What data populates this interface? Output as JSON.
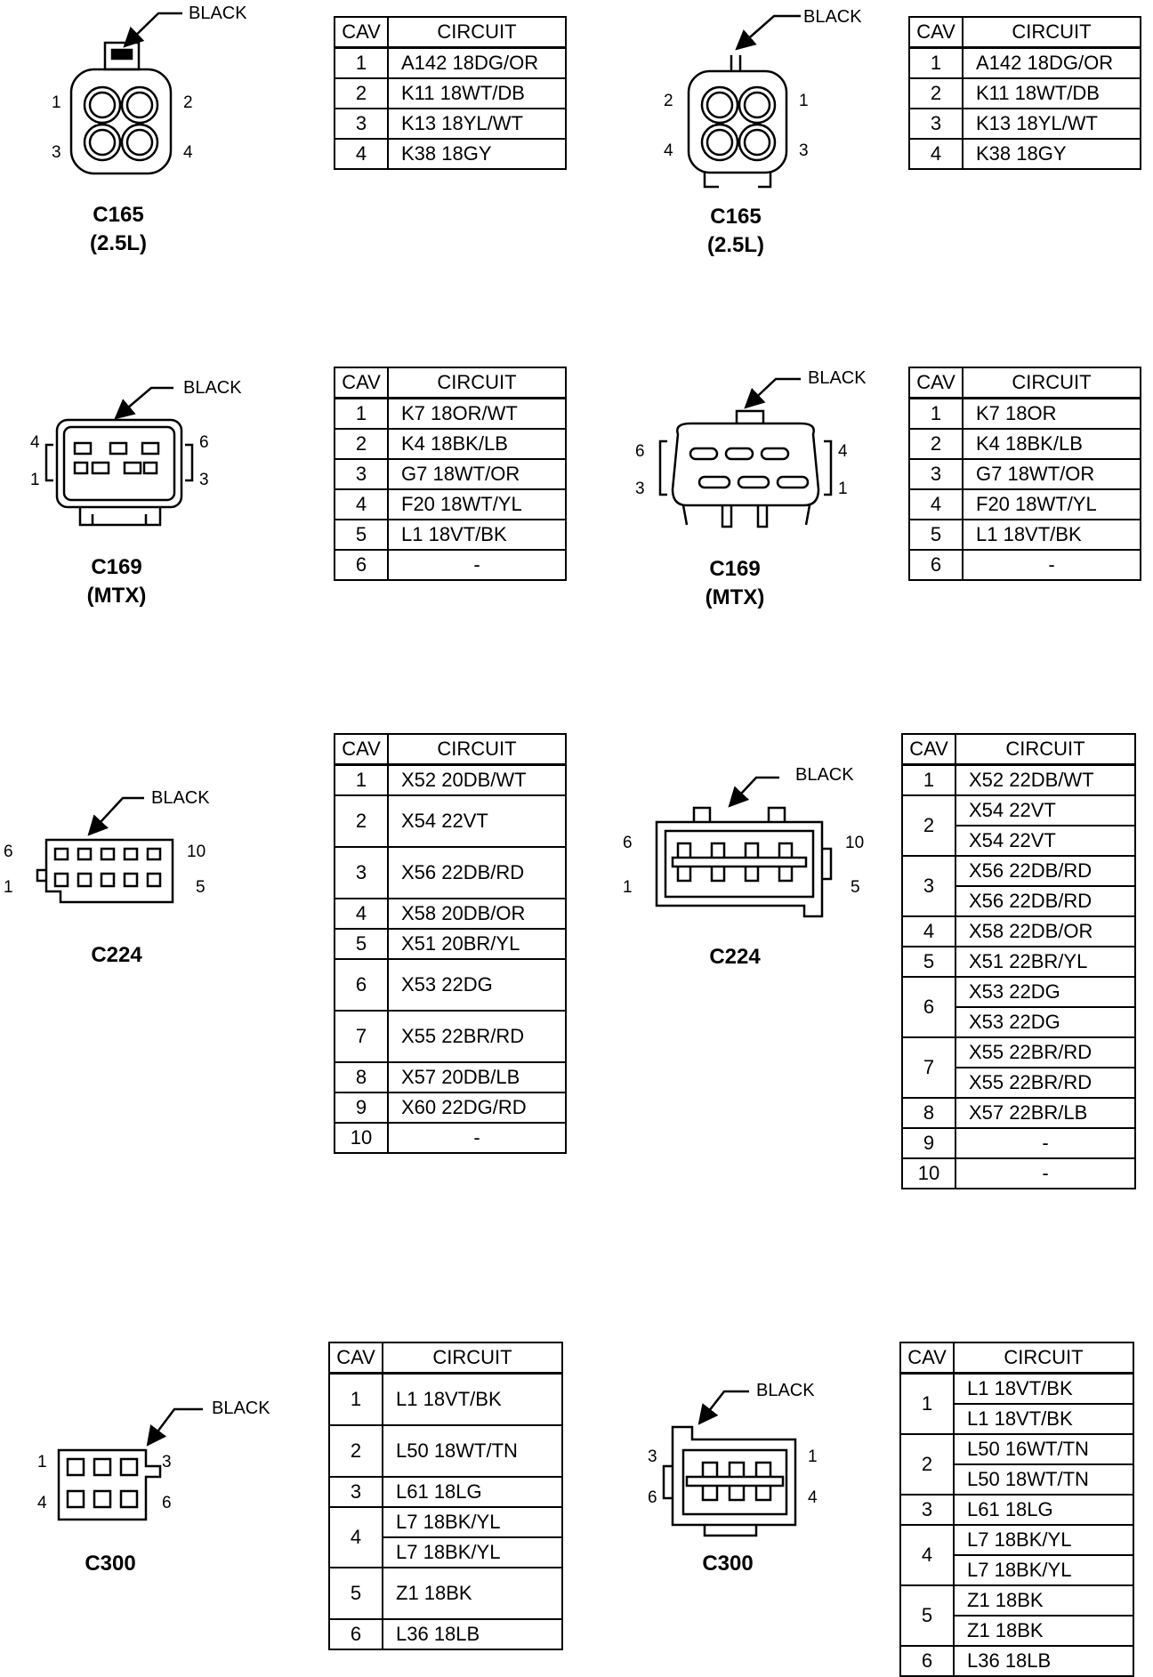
{
  "callout_text": "BLACK",
  "table_headers": {
    "cav": "CAV",
    "circuit": "CIRCUIT"
  },
  "connectors": [
    {
      "name": "C165",
      "qualifier": "(2.5L)",
      "pins": [
        "1",
        "2",
        "3",
        "4"
      ],
      "rows": [
        {
          "cav": "1",
          "circuits": [
            "A142 18DG/OR"
          ]
        },
        {
          "cav": "2",
          "circuits": [
            "K11 18WT/DB"
          ]
        },
        {
          "cav": "3",
          "circuits": [
            "K13 18YL/WT"
          ]
        },
        {
          "cav": "4",
          "circuits": [
            "K38 18GY"
          ]
        }
      ]
    },
    {
      "name": "C165",
      "qualifier": "(2.5L)",
      "pins": [
        "2",
        "1",
        "4",
        "3"
      ],
      "rows": [
        {
          "cav": "1",
          "circuits": [
            "A142 18DG/OR"
          ]
        },
        {
          "cav": "2",
          "circuits": [
            "K11 18WT/DB"
          ]
        },
        {
          "cav": "3",
          "circuits": [
            "K13 18YL/WT"
          ]
        },
        {
          "cav": "4",
          "circuits": [
            "K38 18GY"
          ]
        }
      ]
    },
    {
      "name": "C169",
      "qualifier": "(MTX)",
      "pins": [
        "4",
        "6",
        "1",
        "3"
      ],
      "rows": [
        {
          "cav": "1",
          "circuits": [
            "K7 18OR/WT"
          ]
        },
        {
          "cav": "2",
          "circuits": [
            "K4 18BK/LB"
          ]
        },
        {
          "cav": "3",
          "circuits": [
            "G7 18WT/OR"
          ]
        },
        {
          "cav": "4",
          "circuits": [
            "F20 18WT/YL"
          ]
        },
        {
          "cav": "5",
          "circuits": [
            "L1 18VT/BK"
          ]
        },
        {
          "cav": "6",
          "circuits": [
            "-"
          ]
        }
      ]
    },
    {
      "name": "C169",
      "qualifier": "(MTX)",
      "pins": [
        "6",
        "4",
        "3",
        "1"
      ],
      "rows": [
        {
          "cav": "1",
          "circuits": [
            "K7 18OR"
          ]
        },
        {
          "cav": "2",
          "circuits": [
            "K4 18BK/LB"
          ]
        },
        {
          "cav": "3",
          "circuits": [
            "G7 18WT/OR"
          ]
        },
        {
          "cav": "4",
          "circuits": [
            "F20 18WT/YL"
          ]
        },
        {
          "cav": "5",
          "circuits": [
            "L1 18VT/BK"
          ]
        },
        {
          "cav": "6",
          "circuits": [
            "-"
          ]
        }
      ]
    },
    {
      "name": "C224",
      "qualifier": "",
      "pins": [
        "6",
        "10",
        "1",
        "5"
      ],
      "rows": [
        {
          "cav": "1",
          "circuits": [
            "X52 20DB/WT"
          ]
        },
        {
          "cav": "2",
          "circuits": [
            "X54 22VT"
          ],
          "tall": true
        },
        {
          "cav": "3",
          "circuits": [
            "X56 22DB/RD"
          ],
          "tall": true
        },
        {
          "cav": "4",
          "circuits": [
            "X58 20DB/OR"
          ]
        },
        {
          "cav": "5",
          "circuits": [
            "X51 20BR/YL"
          ]
        },
        {
          "cav": "6",
          "circuits": [
            "X53 22DG"
          ],
          "tall": true
        },
        {
          "cav": "7",
          "circuits": [
            "X55 22BR/RD"
          ],
          "tall": true
        },
        {
          "cav": "8",
          "circuits": [
            "X57 20DB/LB"
          ]
        },
        {
          "cav": "9",
          "circuits": [
            "X60 22DG/RD"
          ]
        },
        {
          "cav": "10",
          "circuits": [
            "-"
          ]
        }
      ]
    },
    {
      "name": "C224",
      "qualifier": "",
      "pins": [
        "6",
        "10",
        "1",
        "5"
      ],
      "rows": [
        {
          "cav": "1",
          "circuits": [
            "X52 22DB/WT"
          ]
        },
        {
          "cav": "2",
          "circuits": [
            "X54 22VT",
            "X54 22VT"
          ]
        },
        {
          "cav": "3",
          "circuits": [
            "X56 22DB/RD",
            "X56 22DB/RD"
          ]
        },
        {
          "cav": "4",
          "circuits": [
            "X58 22DB/OR"
          ]
        },
        {
          "cav": "5",
          "circuits": [
            "X51 22BR/YL"
          ]
        },
        {
          "cav": "6",
          "circuits": [
            "X53 22DG",
            "X53 22DG"
          ]
        },
        {
          "cav": "7",
          "circuits": [
            "X55 22BR/RD",
            "X55 22BR/RD"
          ]
        },
        {
          "cav": "8",
          "circuits": [
            "X57 22BR/LB"
          ]
        },
        {
          "cav": "9",
          "circuits": [
            "-"
          ]
        },
        {
          "cav": "10",
          "circuits": [
            "-"
          ]
        }
      ]
    },
    {
      "name": "C300",
      "qualifier": "",
      "pins": [
        "1",
        "3",
        "4",
        "6"
      ],
      "rows": [
        {
          "cav": "1",
          "circuits": [
            "L1 18VT/BK"
          ],
          "tall": true
        },
        {
          "cav": "2",
          "circuits": [
            "L50 18WT/TN"
          ],
          "tall": true
        },
        {
          "cav": "3",
          "circuits": [
            "L61 18LG"
          ]
        },
        {
          "cav": "4",
          "circuits": [
            "L7 18BK/YL",
            "L7 18BK/YL"
          ]
        },
        {
          "cav": "5",
          "circuits": [
            "Z1 18BK"
          ],
          "tall": true
        },
        {
          "cav": "6",
          "circuits": [
            "L36 18LB"
          ]
        }
      ]
    },
    {
      "name": "C300",
      "qualifier": "",
      "pins": [
        "3",
        "1",
        "6",
        "4"
      ],
      "rows": [
        {
          "cav": "1",
          "circuits": [
            "L1 18VT/BK",
            "L1 18VT/BK"
          ]
        },
        {
          "cav": "2",
          "circuits": [
            "L50 16WT/TN",
            "L50 18WT/TN"
          ]
        },
        {
          "cav": "3",
          "circuits": [
            "L61 18LG"
          ]
        },
        {
          "cav": "4",
          "circuits": [
            "L7 18BK/YL",
            "L7 18BK/YL"
          ]
        },
        {
          "cav": "5",
          "circuits": [
            "Z1 18BK",
            "Z1 18BK"
          ]
        },
        {
          "cav": "6",
          "circuits": [
            "L36 18LB"
          ]
        }
      ]
    }
  ]
}
